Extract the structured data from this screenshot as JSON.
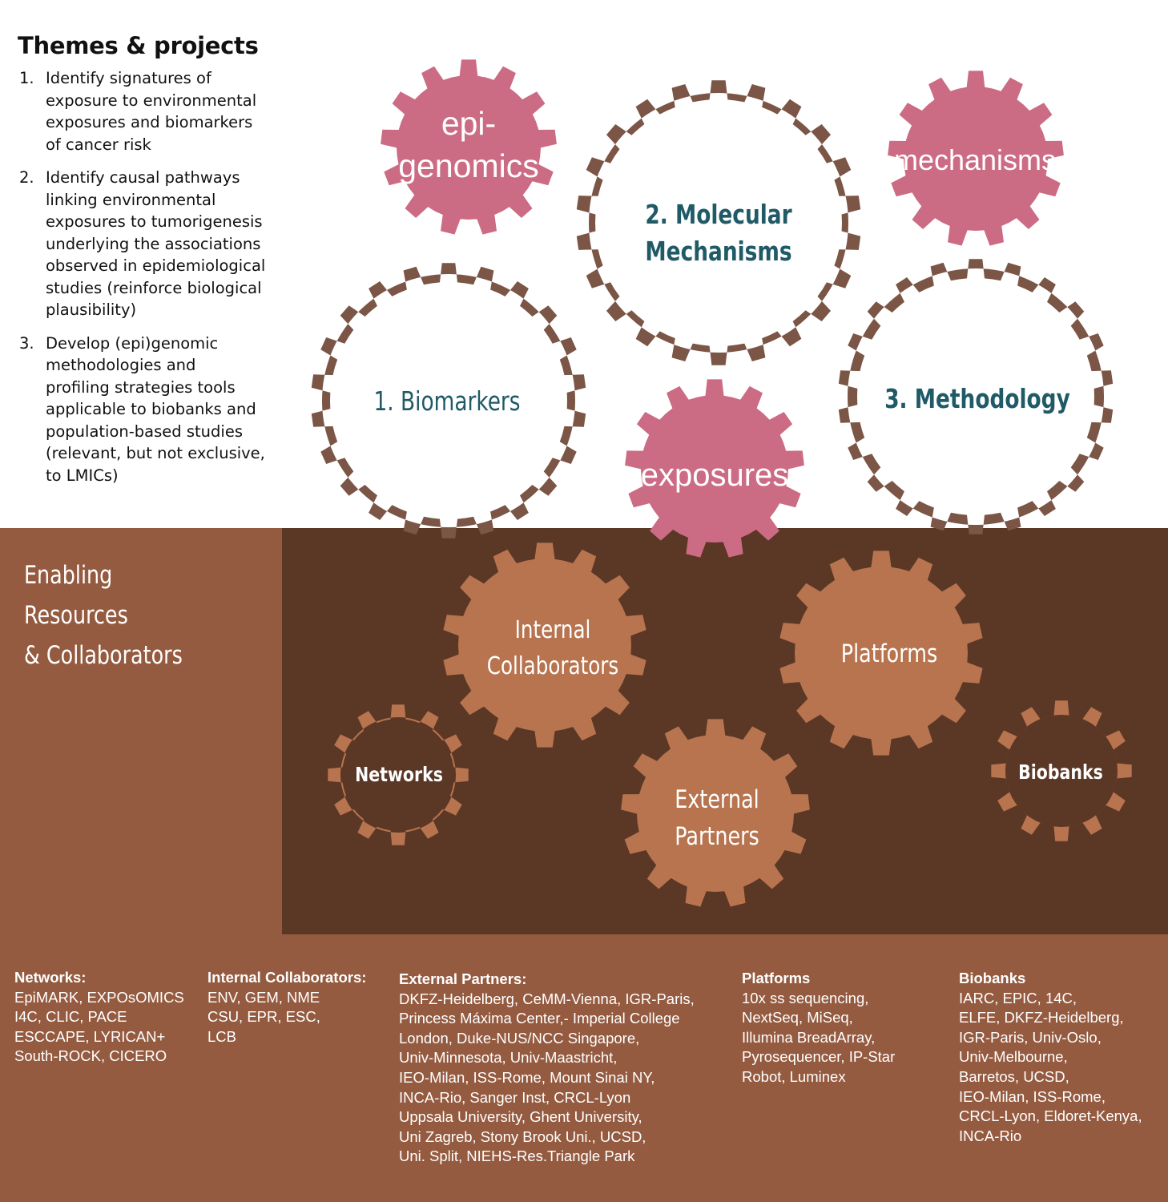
{
  "themes": {
    "title": "Themes & projects",
    "items": [
      {
        "num": "1.",
        "lines": [
          "Identify signatures of",
          "exposure to environmental",
          "exposures and biomarkers",
          "of cancer risk"
        ]
      },
      {
        "num": "2.",
        "lines": [
          "Identify causal pathways",
          "linking environmental",
          "exposures to tumorigenesis",
          "underlying the associations",
          "observed in epidemiological",
          "studies (reinforce biological",
          "plausibility)"
        ]
      },
      {
        "num": "3.",
        "lines": [
          "Develop (epi)genomic",
          "methodologies and",
          "profiling strategies tools",
          "applicable to biobanks and",
          "population-based studies",
          "(relevant, but not exclusive,",
          "to LMICs)"
        ]
      }
    ]
  },
  "enabling": {
    "lines": [
      "Enabling",
      "Resources",
      "& Collaborators"
    ]
  },
  "gears": {
    "biomarkers": "1. Biomarkers",
    "molecular": [
      "2. Molecular",
      "Mechanisms"
    ],
    "methodology": "3. Methodology",
    "epigenomics": [
      "epi-",
      "genomics"
    ],
    "mechanisms": "mechanisms",
    "exposures": "exposures",
    "internal": [
      "Internal",
      "Collaborators"
    ],
    "platforms": "Platforms",
    "networks": "Networks",
    "external": [
      "External",
      "Partners"
    ],
    "biobanks": "Biobanks"
  },
  "colors": {
    "brown_gear": "#7b5545",
    "pink_gear": "#cc6b84",
    "tan_gear": "#b7744f",
    "dark_panel": "#5b3725",
    "lower_panel": "#955b40",
    "teal_text": "#1f5a66"
  },
  "columns": {
    "networks": {
      "heading": "Networks:",
      "lines": [
        "EpiMARK, EXPOsOMICS",
        "I4C, CLIC, PACE",
        "ESCCAPE, LYRICAN+",
        "South-ROCK, CICERO"
      ]
    },
    "internal": {
      "heading": "Internal Collaborators:",
      "lines": [
        "ENV, GEM, NME",
        "CSU, EPR, ESC,",
        "LCB"
      ]
    },
    "external": {
      "heading": "External Partners:",
      "lines": [
        "DKFZ-Heidelberg, CeMM-Vienna, IGR-Paris,",
        "Princess Máxima Center,- Imperial College",
        "London, Duke-NUS/NCC Singapore,",
        "Univ-Minnesota, Univ-Maastricht,",
        "IEO-Milan, ISS-Rome, Mount Sinai NY,",
        "INCA-Rio, Sanger Inst, CRCL-Lyon",
        "Uppsala University, Ghent University,",
        "Uni Zagreb, Stony Brook Uni., UCSD,",
        "Uni. Split, NIEHS-Res.Triangle Park"
      ]
    },
    "platforms": {
      "heading": "Platforms",
      "lines": [
        "10x ss sequencing,",
        "NextSeq, MiSeq,",
        "Illumina BreadArray,",
        "Pyrosequencer, IP-Star",
        "Robot, Luminex"
      ]
    },
    "biobanks": {
      "heading": "Biobanks",
      "lines": [
        "IARC, EPIC, 14C,",
        "ELFE, DKFZ-Heidelberg,",
        "IGR-Paris, Univ-Oslo,",
        "Univ-Melbourne,",
        "Barretos, UCSD,",
        "IEO-Milan, ISS-Rome,",
        "CRCL-Lyon, Eldoret-Kenya,",
        "INCA-Rio"
      ]
    }
  }
}
